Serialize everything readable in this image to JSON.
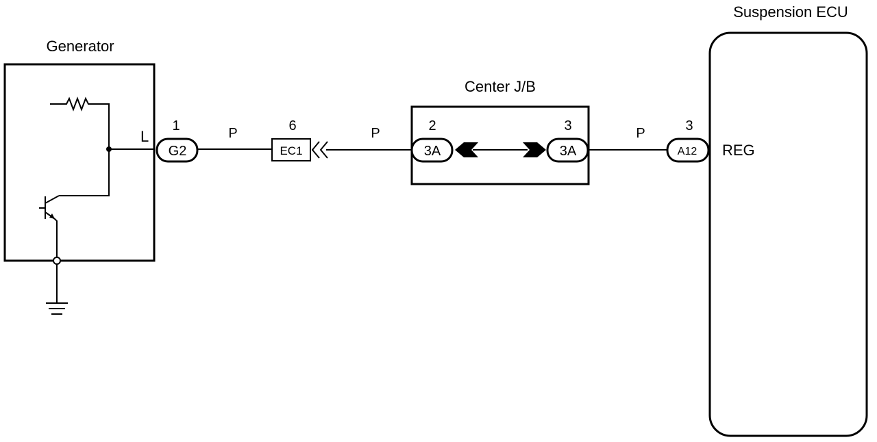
{
  "components": {
    "generator": {
      "title": "Generator",
      "terminal": "L"
    },
    "center_jb": {
      "title": "Center J/B"
    },
    "suspension_ecu": {
      "title": "Suspension ECU",
      "terminal": "REG"
    }
  },
  "connectors": {
    "g2": {
      "code": "G2",
      "pin": "1"
    },
    "ec1": {
      "code": "EC1",
      "pin": "6"
    },
    "jb_in": {
      "code": "3A",
      "pin": "2"
    },
    "jb_out": {
      "code": "3A",
      "pin": "3"
    },
    "a12": {
      "code": "A12",
      "pin": "3"
    }
  },
  "wires": {
    "w1": {
      "color": "P"
    },
    "w2": {
      "color": "P"
    },
    "w3": {
      "color": "P"
    }
  }
}
